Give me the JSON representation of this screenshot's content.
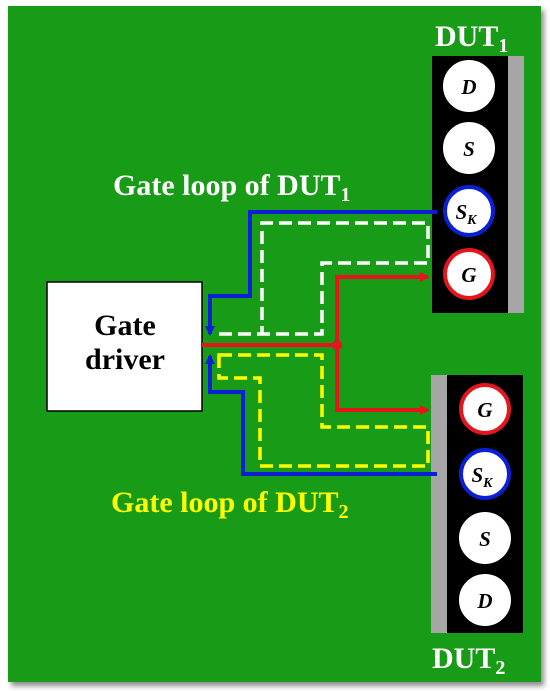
{
  "dut1": {
    "label": "DUT",
    "label_sub": "1",
    "pins": [
      {
        "name": "D",
        "sub": "",
        "ring": "#ffffff"
      },
      {
        "name": "S",
        "sub": "",
        "ring": "#ffffff"
      },
      {
        "name": "S",
        "sub": "K",
        "ring": "#0a1fd6"
      },
      {
        "name": "G",
        "sub": "",
        "ring": "#e4161c"
      }
    ]
  },
  "dut2": {
    "label": "DUT",
    "label_sub": "2",
    "pins": [
      {
        "name": "G",
        "sub": "",
        "ring": "#e4161c"
      },
      {
        "name": "S",
        "sub": "K",
        "ring": "#0a1fd6"
      },
      {
        "name": "S",
        "sub": "",
        "ring": "#ffffff"
      },
      {
        "name": "D",
        "sub": "",
        "ring": "#ffffff"
      }
    ]
  },
  "gate_driver": {
    "line1": "Gate",
    "line2": "driver"
  },
  "loop1_caption": {
    "text": "Gate loop of DUT",
    "sub": "1",
    "color": "#ffffff"
  },
  "loop2_caption": {
    "text": "Gate loop of DUT",
    "sub": "2",
    "color": "#ffff00"
  },
  "colors": {
    "board": "#189c18",
    "gate_line": "#e4161c",
    "kelvin_line": "#0a1fd6",
    "loop1": "#ffffff",
    "loop2": "#ffff00",
    "heatsink": "#a6a6a6"
  }
}
